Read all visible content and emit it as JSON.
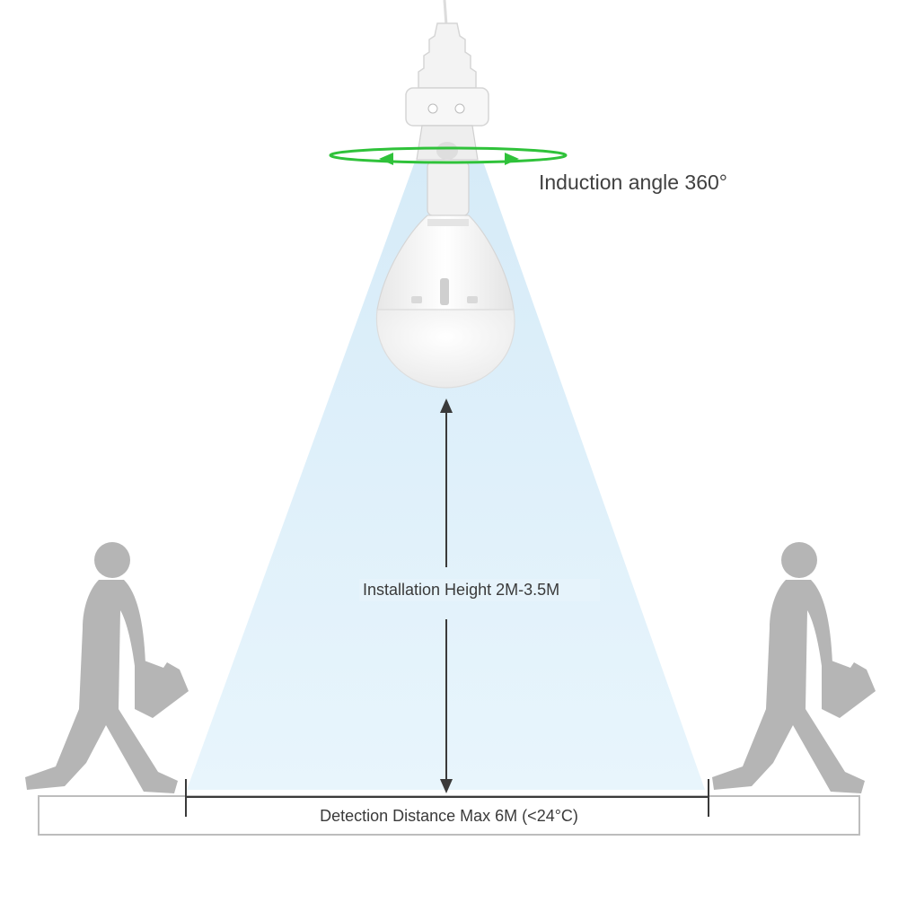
{
  "labels": {
    "induction_angle": "Induction angle 360°",
    "installation_height": "Installation Height 2M-3.5M",
    "detection_distance": "Detection Distance Max 6M (<24°C)"
  },
  "colors": {
    "beam": "#dff0fb",
    "ring": "#2fc23a",
    "arrow": "#3a3a3a",
    "silhouette": "#b5b5b5",
    "floor_border": "#b9b9b9",
    "bulb_body": "#f4f4f4"
  },
  "icons": {
    "rotation": "rotation-ring-icon",
    "person": "walking-person-icon",
    "bulb": "bulb-icon"
  }
}
